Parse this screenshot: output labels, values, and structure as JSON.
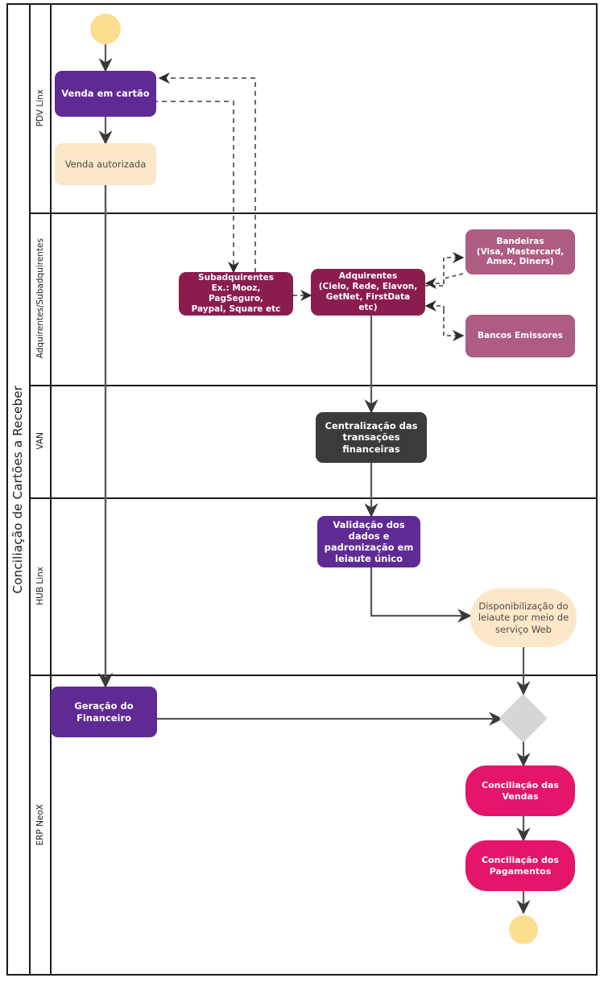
{
  "pool": {
    "title": "Conciliação de Cartões a Receber"
  },
  "lanes": [
    {
      "id": "pdv",
      "label": "PDV Linx"
    },
    {
      "id": "adquirentes",
      "label": "Adquirentes/Subadquirentes"
    },
    {
      "id": "van",
      "label": "VAN"
    },
    {
      "id": "hub",
      "label": "HUB Linx"
    },
    {
      "id": "erp",
      "label": "ERP NeoX"
    }
  ],
  "nodes": {
    "start": {
      "name": "start-event",
      "label": "",
      "color": "#FBDE90"
    },
    "venda_cartao": {
      "name": "venda-em-cartao",
      "label": "Venda em cartão",
      "color": "#5F2A93"
    },
    "venda_autorizada": {
      "name": "venda-autorizada",
      "label": "Venda autorizada",
      "color": "#FCE7C8"
    },
    "subadquirentes": {
      "name": "subadquirentes",
      "label": "Subadquirentes\nEx.: Mooz, PagSeguro, Paypal, Square etc",
      "color": "#8B1D4E"
    },
    "adquirentes": {
      "name": "adquirentes",
      "label": "Adquirentes\n(Cielo, Rede, Elavon, GetNet, FirstData etc)",
      "color": "#8B1D4E"
    },
    "bandeiras": {
      "name": "bandeiras",
      "label": "Bandeiras\n(Visa, Mastercard, Amex, Diners)",
      "color": "#AE5C81"
    },
    "bancos": {
      "name": "bancos-emissores",
      "label": "Bancos Emissores",
      "color": "#AE5C81"
    },
    "centralizacao": {
      "name": "centralizacao-transacoes",
      "label": "Centralização das transações financeiras",
      "color": "#3B3B3B"
    },
    "validacao": {
      "name": "validacao-dados",
      "label": "Validação dos dados e padronização em leiaute único",
      "color": "#5F2A93"
    },
    "disponibilizacao": {
      "name": "disponibilizacao-leiaute",
      "label": "Disponibilização do leiaute por meio de serviço Web",
      "color": "#FCE7C8"
    },
    "geracao": {
      "name": "geracao-do-financeiro",
      "label": "Geração do Financeiro",
      "color": "#5F2A93"
    },
    "gateway": {
      "name": "merge-gateway",
      "label": "",
      "color": "#D6D6D6"
    },
    "conc_vendas": {
      "name": "conciliacao-das-vendas",
      "label": "Conciliação das Vendas",
      "color": "#E4156B"
    },
    "conc_pagamentos": {
      "name": "conciliacao-dos-pagamentos",
      "label": "Conciliação dos Pagamentos",
      "color": "#E4156B"
    },
    "end": {
      "name": "end-event",
      "label": "",
      "color": "#FBDE90"
    }
  },
  "node_lines": {
    "venda_cartao": [
      "Venda em cartão"
    ],
    "venda_autorizada": [
      "Venda autorizada"
    ],
    "subadquirentes": [
      "Subadquirentes",
      "Ex.: Mooz, PagSeguro,",
      "Paypal, Square etc"
    ],
    "adquirentes": [
      "Adquirentes",
      "(Cielo, Rede, Elavon,",
      "GetNet, FirstData etc)"
    ],
    "bandeiras": [
      "Bandeiras",
      "(Visa, Mastercard,",
      "Amex, Diners)"
    ],
    "bancos": [
      "Bancos Emissores"
    ],
    "centralizacao": [
      "Centralização das",
      "transações financeiras"
    ],
    "validacao": [
      "Validação dos dados e",
      "padronização em",
      "leiaute único"
    ],
    "disponibilizacao": [
      "Disponibilização do",
      "leiaute por meio de",
      "serviço Web"
    ],
    "geracao": [
      "Geração do Financeiro"
    ],
    "conc_vendas": [
      "Conciliação das",
      "Vendas"
    ],
    "conc_pagamentos": [
      "Conciliação dos",
      "Pagamentos"
    ]
  },
  "colors": {
    "border": "#1a1a1a",
    "connector": "#5A5A5A",
    "purple": "#5F2A93",
    "maroon": "#8B1D4E",
    "mauve": "#AE5C81",
    "pink": "#E4156B",
    "dark": "#3B3B3B",
    "cream": "#FCE7C8",
    "yellow": "#FBDE90",
    "gateway": "#D6D6D6"
  }
}
